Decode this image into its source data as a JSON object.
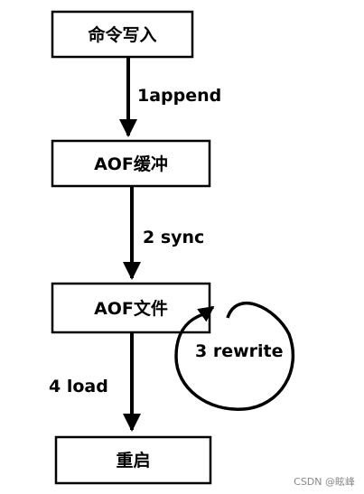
{
  "nodes": {
    "command_write": "命令写入",
    "aof_buffer": "AOF缓冲",
    "aof_file": "AOF文件",
    "restart": "重启"
  },
  "edges": {
    "append": "1append",
    "sync": "2 sync",
    "rewrite": "3 rewrite",
    "load": "4 load"
  },
  "watermark": "CSDN @眩峰",
  "colors": {
    "stroke": "#000000",
    "background": "#ffffff",
    "watermark": "#8a8a8a"
  }
}
